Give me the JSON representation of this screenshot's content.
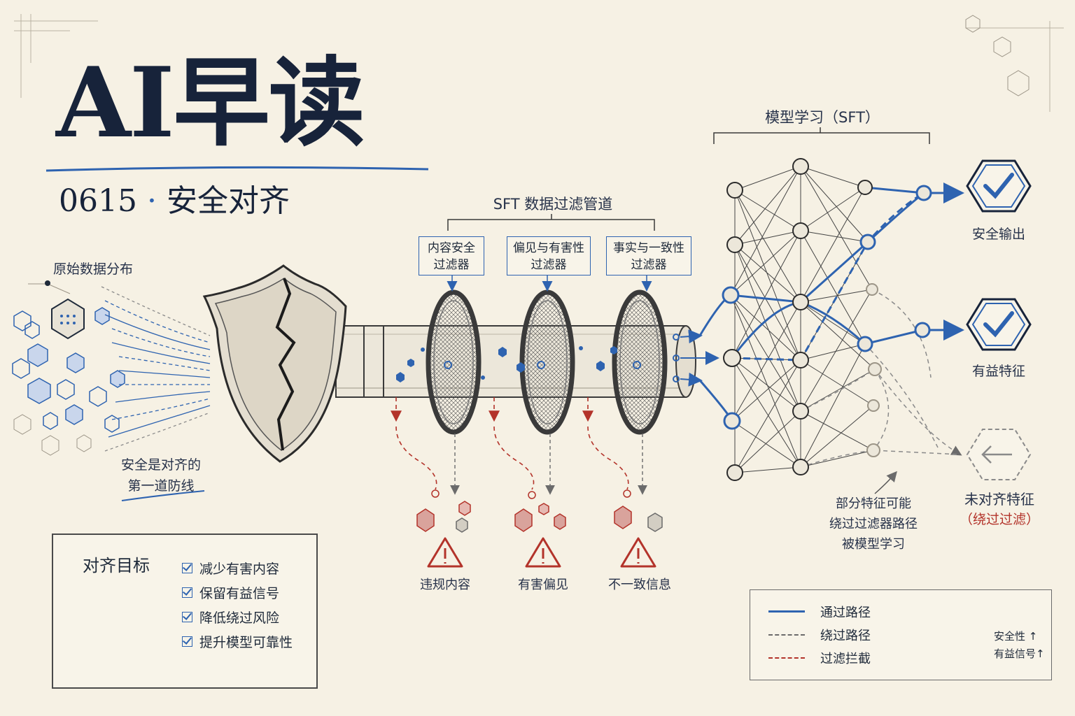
{
  "header": {
    "title": "AI早读",
    "subtitle_code": "0615",
    "subtitle_dot": "·",
    "subtitle_topic": "安全对齐"
  },
  "source": {
    "label": "原始数据分布",
    "shield_caption_line1": "安全是对齐的",
    "shield_caption_line2": "第一道防线"
  },
  "pipeline": {
    "title": "SFT 数据过滤管道",
    "filters": [
      {
        "line1": "内容安全",
        "line2": "过滤器",
        "reject_label": "违规内容"
      },
      {
        "line1": "偏见与有害性",
        "line2": "过滤器",
        "reject_label": "有害偏见"
      },
      {
        "line1": "事实与一致性",
        "line2": "过滤器",
        "reject_label": "不一致信息"
      }
    ]
  },
  "model": {
    "title": "模型学习（SFT）",
    "outputs": {
      "safe": "安全输出",
      "beneficial": "有益特征",
      "unaligned": "未对齐特征",
      "unaligned_note": "（绕过过滤）"
    },
    "bypass_note": [
      "部分特征可能",
      "绕过过滤器路径",
      "被模型学习"
    ]
  },
  "goals": {
    "title": "对齐目标",
    "items": [
      "减少有害内容",
      "保留有益信号",
      "降低绕过风险",
      "提升模型可靠性"
    ]
  },
  "legend": {
    "items": [
      {
        "label": "通过路径",
        "style": "solid",
        "color": "#2e63b0"
      },
      {
        "label": "绕过路径",
        "style": "dashed",
        "color": "#6b6b6b"
      },
      {
        "label": "过滤拦截",
        "style": "dashed",
        "color": "#b3332a"
      }
    ],
    "chart_notes": [
      "安全性 ↑",
      "有益信号↑"
    ]
  },
  "colors": {
    "ink": "#17233a",
    "blue": "#2e63b0",
    "red": "#b3332a",
    "gray": "#6b6b6b",
    "paper": "#f6f1e4"
  }
}
